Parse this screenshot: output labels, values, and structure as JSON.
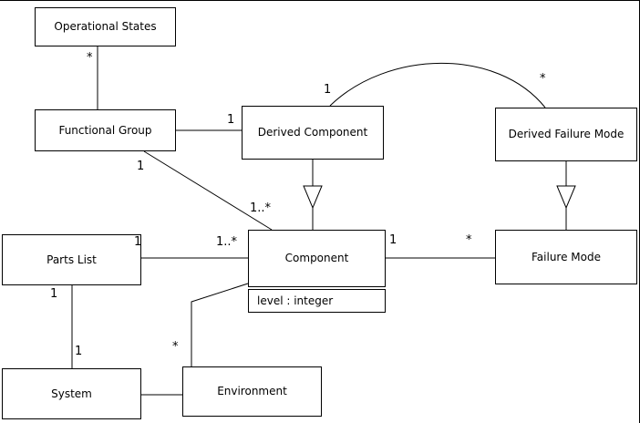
{
  "diagram": {
    "type": "uml-class-diagram",
    "colors": {
      "line": "#000000",
      "box_fill": "#ffffff",
      "background": "#ffffff"
    },
    "classes": [
      {
        "id": "operational-states",
        "label": "Operational States"
      },
      {
        "id": "functional-group",
        "label": "Functional Group"
      },
      {
        "id": "derived-component",
        "label": "Derived Component"
      },
      {
        "id": "derived-failure-mode",
        "label": "Derived Failure Mode"
      },
      {
        "id": "parts-list",
        "label": "Parts List"
      },
      {
        "id": "component",
        "label": "Component",
        "attributes": [
          "level : integer"
        ]
      },
      {
        "id": "failure-mode",
        "label": "Failure Mode"
      },
      {
        "id": "system",
        "label": "System"
      },
      {
        "id": "environment",
        "label": "Environment"
      }
    ],
    "associations": [
      {
        "from": "operational-states",
        "to": "functional-group",
        "from_label": "*",
        "to_label": ""
      },
      {
        "from": "functional-group",
        "to": "derived-component",
        "from_label": "",
        "to_label": "1"
      },
      {
        "from": "derived-component",
        "to": "derived-failure-mode",
        "from_label": "1",
        "to_label": "*"
      },
      {
        "from": "functional-group",
        "to": "component",
        "from_label": "1",
        "to_label": "1..*"
      },
      {
        "from": "parts-list",
        "to": "component",
        "from_label": "1",
        "to_label": "1..*"
      },
      {
        "from": "component",
        "to": "failure-mode",
        "from_label": "1",
        "to_label": "*"
      },
      {
        "from": "parts-list",
        "to": "system",
        "from_label": "1",
        "to_label": "1"
      },
      {
        "from": "system",
        "to": "environment",
        "from_label": "",
        "to_label": ""
      },
      {
        "from": "environment",
        "to": "component",
        "from_label": "*",
        "to_label": ""
      }
    ],
    "generalizations": [
      {
        "child": "derived-component",
        "parent": "component"
      },
      {
        "child": "derived-failure-mode",
        "parent": "failure-mode"
      }
    ]
  }
}
